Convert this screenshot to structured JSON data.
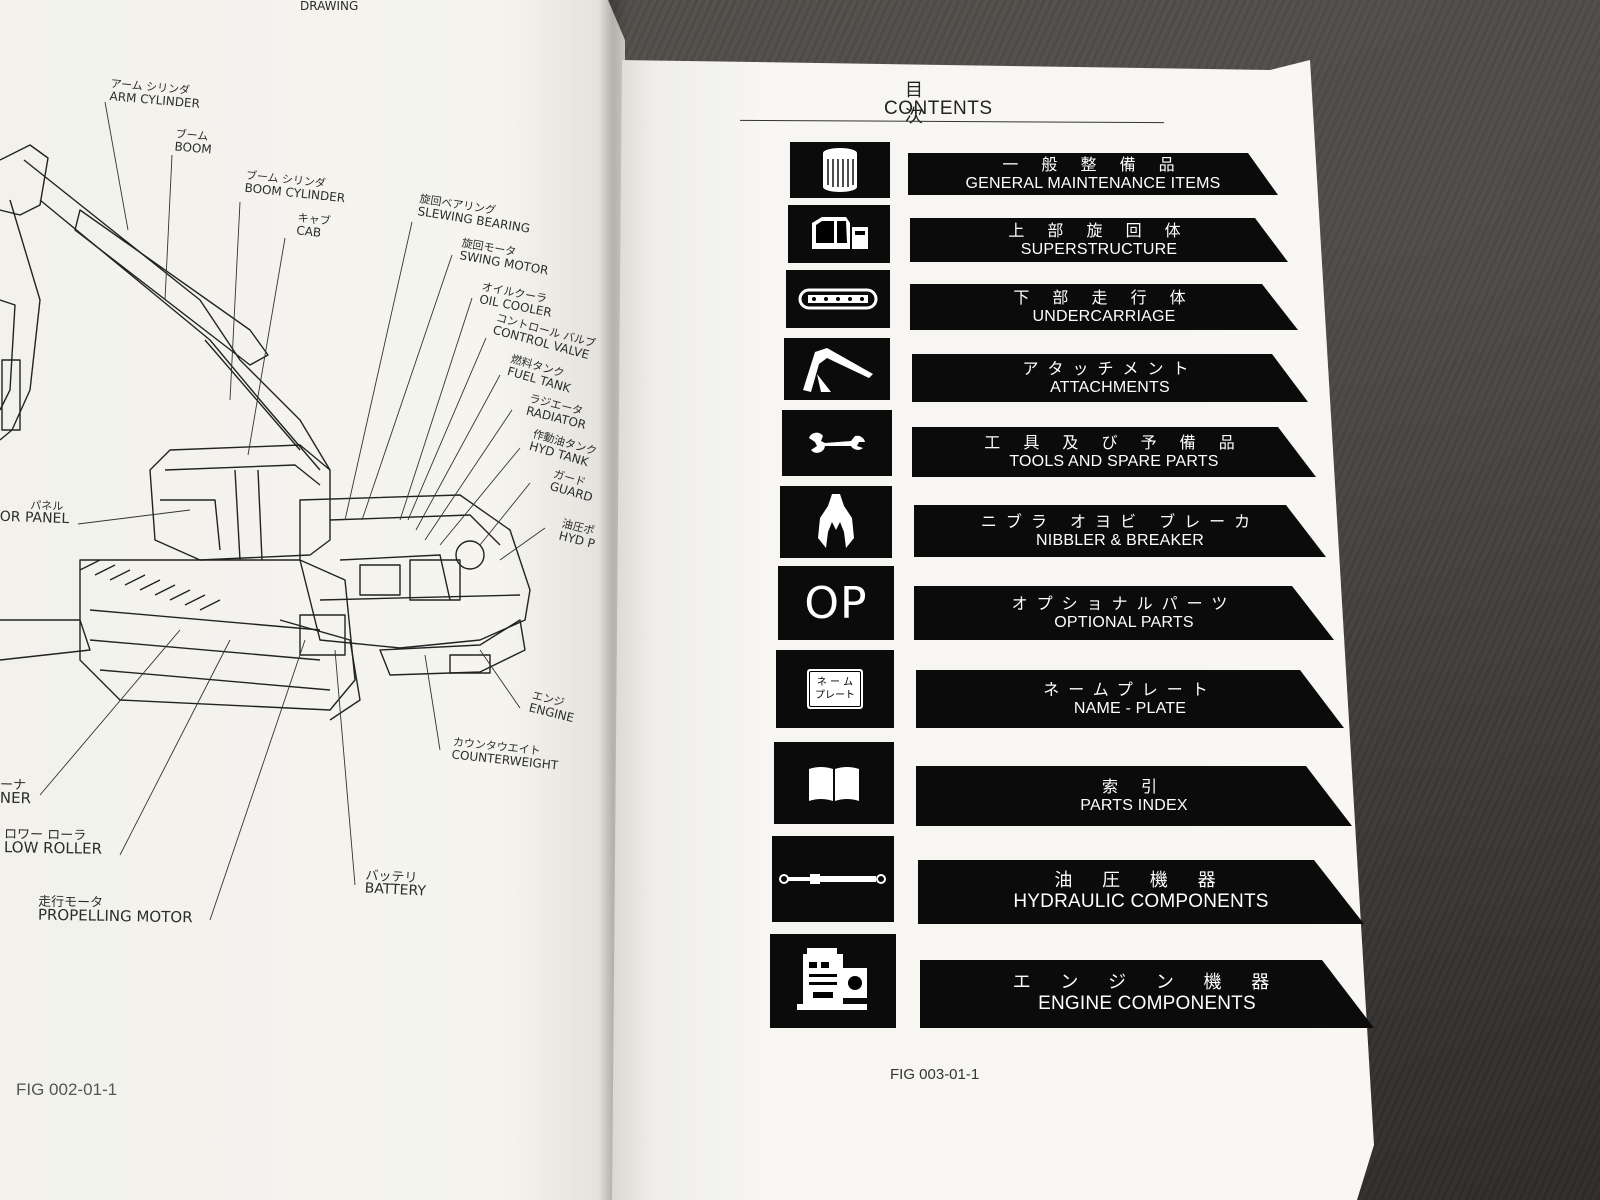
{
  "left_page": {
    "header_fragment": "DRAWING",
    "callouts": [
      {
        "jp": "アーム シリンダ",
        "en": "ARM CYLINDER"
      },
      {
        "jp": "ブーム",
        "en": "BOOM"
      },
      {
        "jp": "ブーム シリンダ",
        "en": "BOOM CYLINDER"
      },
      {
        "jp": "キャブ",
        "en": "CAB"
      },
      {
        "jp": "旋回ベアリング",
        "en": "SLEWING BEARING"
      },
      {
        "jp": "旋回モータ",
        "en": "SWING MOTOR"
      },
      {
        "jp": "オイルクーラ",
        "en": "OIL COOLER"
      },
      {
        "jp": "コントロール バルブ",
        "en": "CONTROL VALVE"
      },
      {
        "jp": "燃料タンク",
        "en": "FUEL TANK"
      },
      {
        "jp": "ラジエータ",
        "en": "RADIATOR"
      },
      {
        "jp": "作動油タンク",
        "en": "HYD TANK"
      },
      {
        "jp": "ガード",
        "en": "GUARD"
      },
      {
        "jp": "油圧ポ",
        "en": "HYD P"
      },
      {
        "jp": "パネル",
        "en": "OR PANEL"
      },
      {
        "jp": "エンジ",
        "en": "ENGINE"
      },
      {
        "jp": "カウンタウエイト",
        "en": "COUNTERWEIGHT"
      },
      {
        "jp": "ーナ",
        "en": "NER"
      },
      {
        "jp": "ロワー ローラ",
        "en": "LOW ROLLER"
      },
      {
        "jp": "バッテリ",
        "en": "BATTERY"
      },
      {
        "jp": "走行モータ",
        "en": "PROPELLING MOTOR"
      }
    ],
    "figure_label": "FIG 002-01-1"
  },
  "right_page": {
    "title_jp": "目次",
    "title_en": "CONTENTS",
    "figure_label": "FIG 003-01-1",
    "items": [
      {
        "icon": "filter-icon",
        "jp": "一 般 整 備 品",
        "en": "GENERAL MAINTENANCE ITEMS"
      },
      {
        "icon": "cab-icon",
        "jp": "上 部 旋 回 体",
        "en": "SUPERSTRUCTURE"
      },
      {
        "icon": "track-icon",
        "jp": "下 部 走 行 体",
        "en": "UNDERCARRIAGE"
      },
      {
        "icon": "boom-arm-icon",
        "jp": "アタッチメント",
        "en": "ATTACHMENTS"
      },
      {
        "icon": "wrench-icon",
        "jp": "工 具 及 び 予 備 品",
        "en": "TOOLS AND SPARE PARTS"
      },
      {
        "icon": "nibbler-icon",
        "jp": "ニブラ オヨビ ブレーカ",
        "en": "NIBBLER & BREAKER"
      },
      {
        "icon": "op-icon",
        "icon_text": "OP",
        "jp": "オプショナルパーツ",
        "en": "OPTIONAL PARTS"
      },
      {
        "icon": "name-plate-icon",
        "icon_text_1": "ネ ー ム",
        "icon_text_2": "プレート",
        "jp": "ネームプレート",
        "en": "NAME - PLATE"
      },
      {
        "icon": "book-icon",
        "jp": "索 引",
        "en": "PARTS INDEX"
      },
      {
        "icon": "cylinder-icon",
        "jp": "油 圧 機 器",
        "en": "HYDRAULIC COMPONENTS"
      },
      {
        "icon": "engine-icon",
        "jp": "エ ン ジ ン 機 器",
        "en": "ENGINE COMPONENTS"
      }
    ]
  }
}
